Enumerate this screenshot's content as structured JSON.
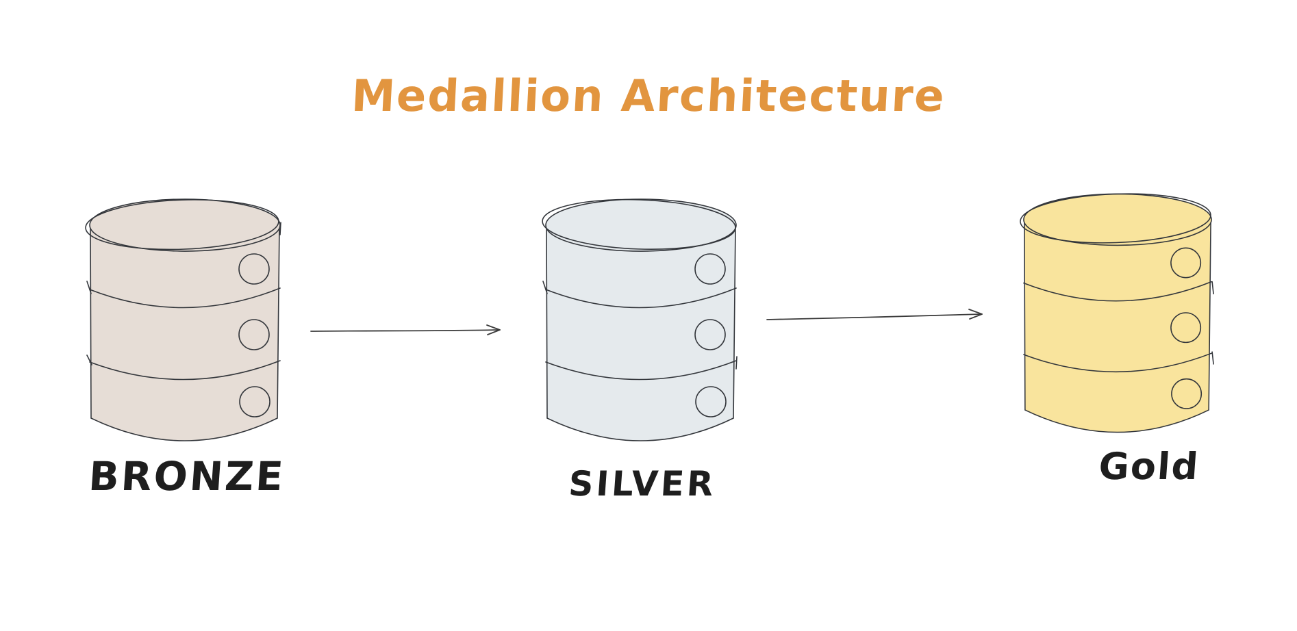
{
  "title": {
    "text": "Medallion Architecture",
    "color": "#e2953f"
  },
  "nodes": [
    {
      "id": "bronze",
      "label": "BRONZE",
      "fill": "#e6ddd6",
      "icon": "database-icon"
    },
    {
      "id": "silver",
      "label": "SILVER",
      "fill": "#e5eaed",
      "icon": "database-icon"
    },
    {
      "id": "gold",
      "label": "Gold",
      "fill": "#f9e49d",
      "icon": "database-icon"
    }
  ],
  "arrows": [
    {
      "from": "BRONZE",
      "to": "SILVER"
    },
    {
      "from": "SILVER",
      "to": "Gold"
    }
  ],
  "colors": {
    "stroke": "#33363b",
    "label_text": "#1e1e1e",
    "arrow": "#3a3a3a",
    "background": "#ffffff"
  }
}
